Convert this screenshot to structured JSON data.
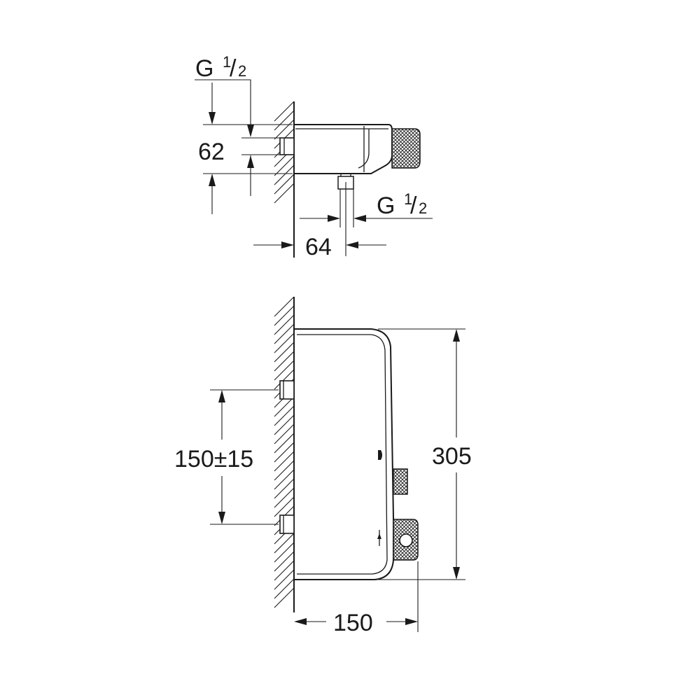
{
  "side_view": {
    "top_thread": {
      "prefix": "G",
      "num": "1",
      "slash": "/",
      "den": "2"
    },
    "height_dim": "62",
    "bottom_thread": {
      "prefix": "G",
      "num": "1",
      "slash": "/",
      "den": "2"
    },
    "depth_dim": "64"
  },
  "front_view": {
    "inlet_spacing_dim": "150±15",
    "height_dim": "305",
    "width_dim": "150"
  },
  "colors": {
    "line": "#1a1a1a",
    "background": "#ffffff"
  }
}
